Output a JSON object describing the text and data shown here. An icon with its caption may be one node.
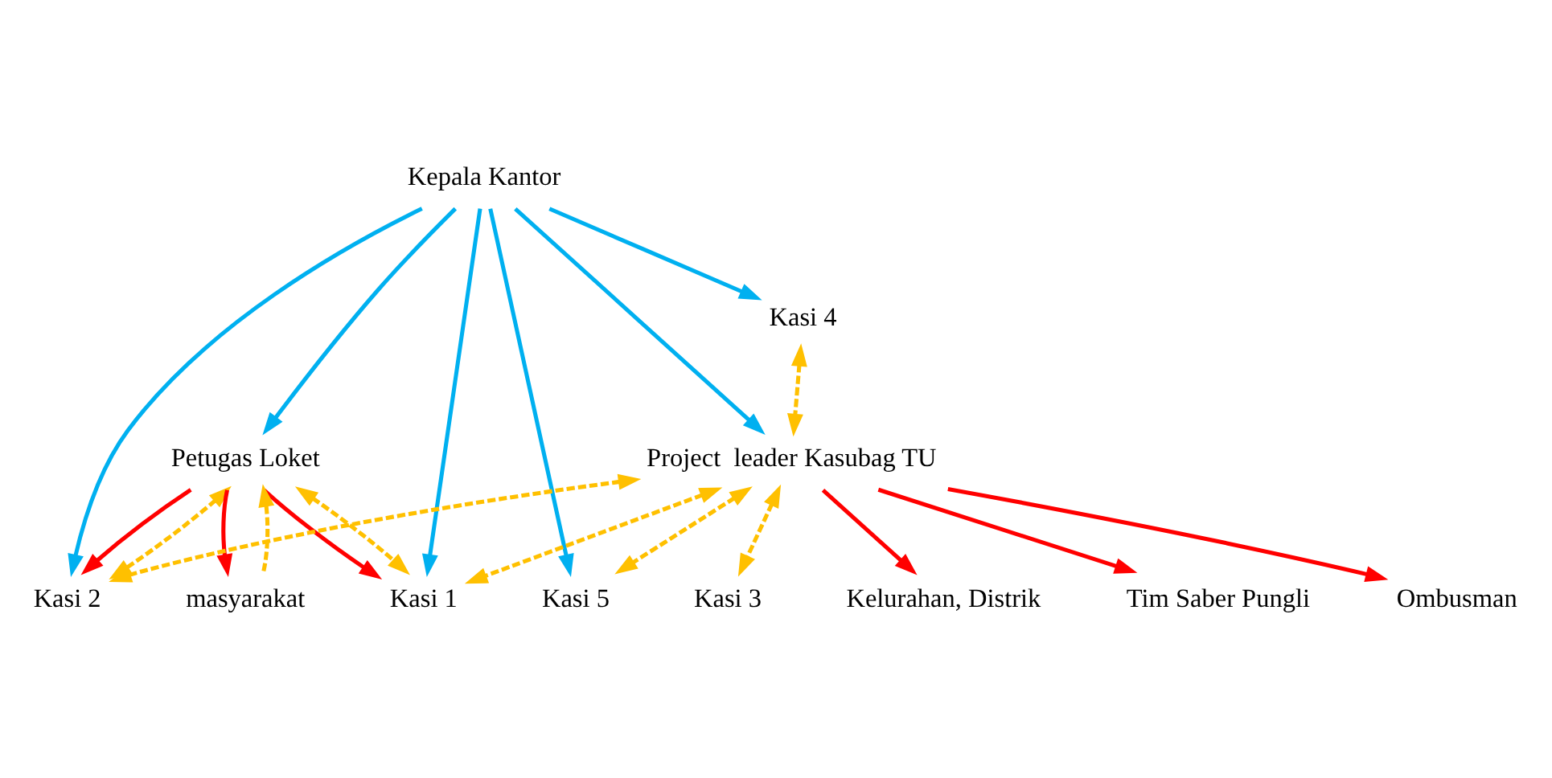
{
  "diagram": {
    "nodes": [
      {
        "text": [
          "Petugas Loket"
        ]
      },
      {
        "text": [
          "Kasi 2"
        ]
      },
      {
        "text": [
          "Kasi 5"
        ]
      },
      {
        "text": [
          "masyarakat"
        ]
      },
      {
        "text": [
          "Kepala Kantor"
        ]
      },
      {
        "text": [
          "Kasi 1"
        ]
      },
      {
        "text": [
          "Kasi 4"
        ]
      },
      {
        "text": [
          "Project  leader Kasubag TU"
        ]
      },
      {
        "text": [
          "Kasi 3"
        ]
      },
      {
        "text": [
          "Kelurahan, Distrik"
        ]
      },
      {
        "text": [
          "Tim Saber Pungli"
        ]
      },
      {
        "text": [
          "Ombusman"
        ]
      }
    ],
    "edges": [
      {
        "from": 4,
        "to": 2,
        "arrow": "to",
        "color": "#00b0f0"
      },
      {
        "from": 4,
        "to": 0,
        "arrow": "to",
        "color": "#00b0f0"
      },
      {
        "from": 4,
        "to": 1,
        "arrow": "to",
        "color": "#00b0f0"
      },
      {
        "from": 4,
        "to": 5,
        "arrow": "to",
        "color": "#00b0f0"
      },
      {
        "from": 4,
        "to": 6,
        "arrow": "to",
        "color": "#00b0f0"
      },
      {
        "from": 4,
        "to": 7,
        "arrow": "to",
        "color": "#00b0f0"
      },
      {
        "from": 0,
        "to": 1,
        "arrow": "to",
        "color": "#ff0000"
      },
      {
        "from": 0,
        "to": 3,
        "arrow": "to",
        "color": "#ff0000"
      },
      {
        "from": 0,
        "to": 5,
        "arrow": "to",
        "color": "#ff0000"
      },
      {
        "from": 3,
        "to": 0,
        "arrow": "to",
        "style": "dashed"
      },
      {
        "from": 0,
        "to": 1,
        "arrow": "both",
        "style": "dashed"
      },
      {
        "from": 0,
        "to": 5,
        "arrow": "both",
        "style": "dashed"
      },
      {
        "from": 7,
        "to": 1,
        "arrow": "both",
        "style": "dashed"
      },
      {
        "from": 7,
        "to": 2,
        "arrow": "both",
        "style": "dashed"
      },
      {
        "from": 7,
        "to": 5,
        "arrow": "both",
        "style": "dashed"
      },
      {
        "from": 6,
        "to": 7,
        "arrow": "both",
        "style": "dashed"
      },
      {
        "from": 7,
        "to": 8,
        "arrow": "both",
        "style": "dashed"
      },
      {
        "from": 7,
        "to": 9,
        "arrow": "to",
        "color": "#ff0000"
      },
      {
        "from": 7,
        "to": 10,
        "arrow": "to",
        "color": "#ff0000"
      },
      {
        "from": 7,
        "to": 11,
        "arrow": "to",
        "color": "#ff0000"
      }
    ]
  }
}
